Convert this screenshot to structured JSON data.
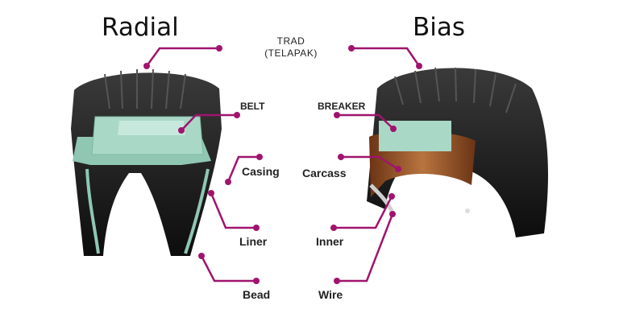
{
  "titles": {
    "left": "Radial",
    "right": "Bias"
  },
  "labels": {
    "tread_line1": "TRAD",
    "tread_line2": "(TELAPAK)",
    "belt": "BELT",
    "breaker": "BREAKER",
    "casing": "Casing",
    "carcass": "Carcass",
    "liner": "Liner",
    "inner": "Inner",
    "bead": "Bead",
    "wire": "Wire"
  },
  "colors": {
    "leader": "#a0146e",
    "tire": "#151515",
    "belt": "#a9d8c7",
    "carcass": "#8a4a22"
  }
}
